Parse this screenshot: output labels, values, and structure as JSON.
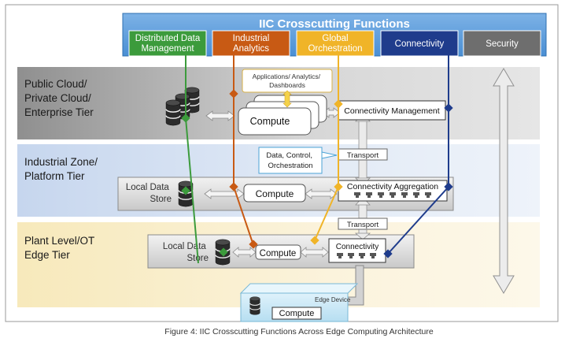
{
  "header": {
    "title": "IIC Crosscutting Functions",
    "functions": [
      {
        "label": "Distributed Data Management",
        "lines": [
          "Distributed Data",
          "Management"
        ],
        "color": "#3c9b3c"
      },
      {
        "label": "Industrial Analytics",
        "lines": [
          "Industrial",
          "Analytics"
        ],
        "color": "#c85a14"
      },
      {
        "label": "Global Orchestration",
        "lines": [
          "Global",
          "Orchestration"
        ],
        "color": "#f0b428"
      },
      {
        "label": "Connectivity",
        "lines": [
          "Connectivity"
        ],
        "color": "#1f3c8c"
      },
      {
        "label": "Security",
        "lines": [
          "Security"
        ],
        "color": "#6e6e6e"
      }
    ]
  },
  "tiers": {
    "cloud": {
      "lines": [
        "Public Cloud/",
        "Private Cloud/",
        "Enterprise Tier"
      ]
    },
    "platform": {
      "lines": [
        "Industrial Zone/",
        "Platform Tier"
      ]
    },
    "edge": {
      "lines": [
        "Plant Level/OT",
        "Edge Tier"
      ]
    }
  },
  "cloud": {
    "apps_lines": [
      "Applications/ Analytics/",
      "Dashboards"
    ],
    "compute": "Compute",
    "connectivity_management": "Connectivity Management"
  },
  "platform": {
    "callout_lines": [
      "Data, Control,",
      "Orchestration"
    ],
    "transport": "Transport",
    "local_store_lines": [
      "Local Data",
      "Store"
    ],
    "compute": "Compute",
    "connectivity_aggregation": "Connectivity Aggregation"
  },
  "edge": {
    "transport": "Transport",
    "local_store_lines": [
      "Local Data",
      "Store"
    ],
    "compute": "Compute",
    "connectivity": "Connectivity"
  },
  "edge_device": {
    "title": "Edge Device",
    "compute": "Compute"
  },
  "caption": "Figure 4: IIC Crosscutting Functions Across Edge Computing Architecture"
}
